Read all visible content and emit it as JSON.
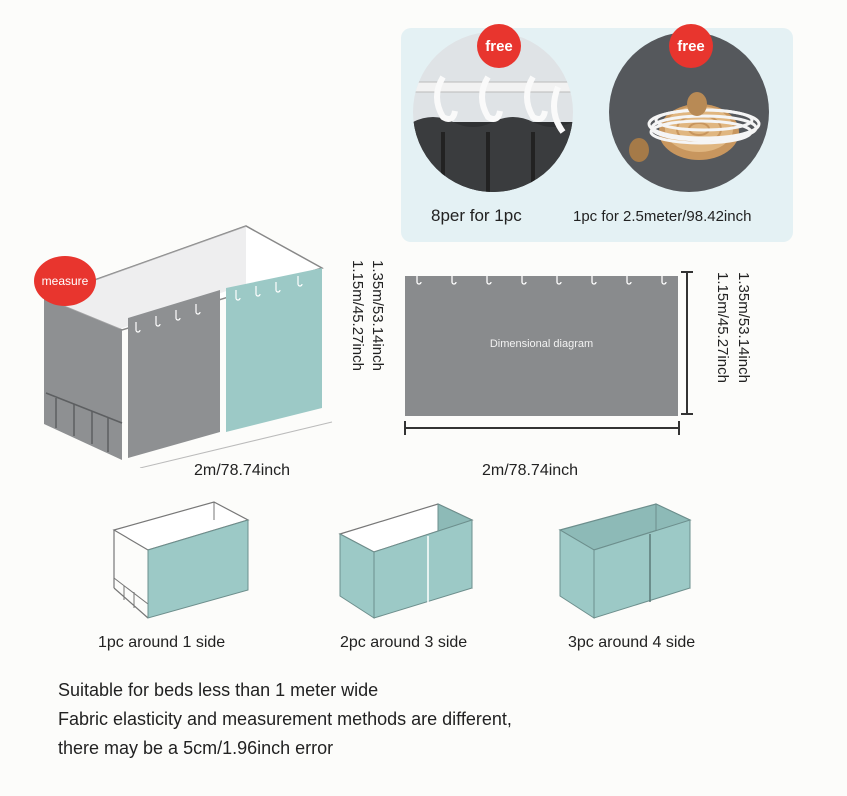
{
  "free_items": {
    "badge_left": "free",
    "badge_right": "free",
    "caption_left": "8per for 1pc",
    "caption_right": "1pc for 2.5meter/98.42inch"
  },
  "measure_badge": "measure",
  "box_diagram": {
    "height_line1": "1.35m/53.14inch",
    "height_line2": "1.15m/45.27inch",
    "width": "2m/78.74inch"
  },
  "flat_diagram": {
    "center_text": "Dimensional diagram",
    "height_line1": "1.35m/53.14inch",
    "height_line2": "1.15m/45.27inch",
    "width": "2m/78.74inch"
  },
  "options": [
    {
      "label": "1pc around 1 side"
    },
    {
      "label": "2pc around 3 side"
    },
    {
      "label": "3pc around  4 side"
    }
  ],
  "notes": {
    "line1": "Suitable for beds less than 1 meter wide",
    "line2": "Fabric elasticity and measurement methods are different,",
    "line3": "there may be a 5cm/1.96inch error"
  },
  "colors": {
    "teal": "#9cc9c6",
    "gray_fabric": "#8e9092",
    "badge_red": "#e8352e",
    "panel_bg": "#e4f1f4"
  }
}
